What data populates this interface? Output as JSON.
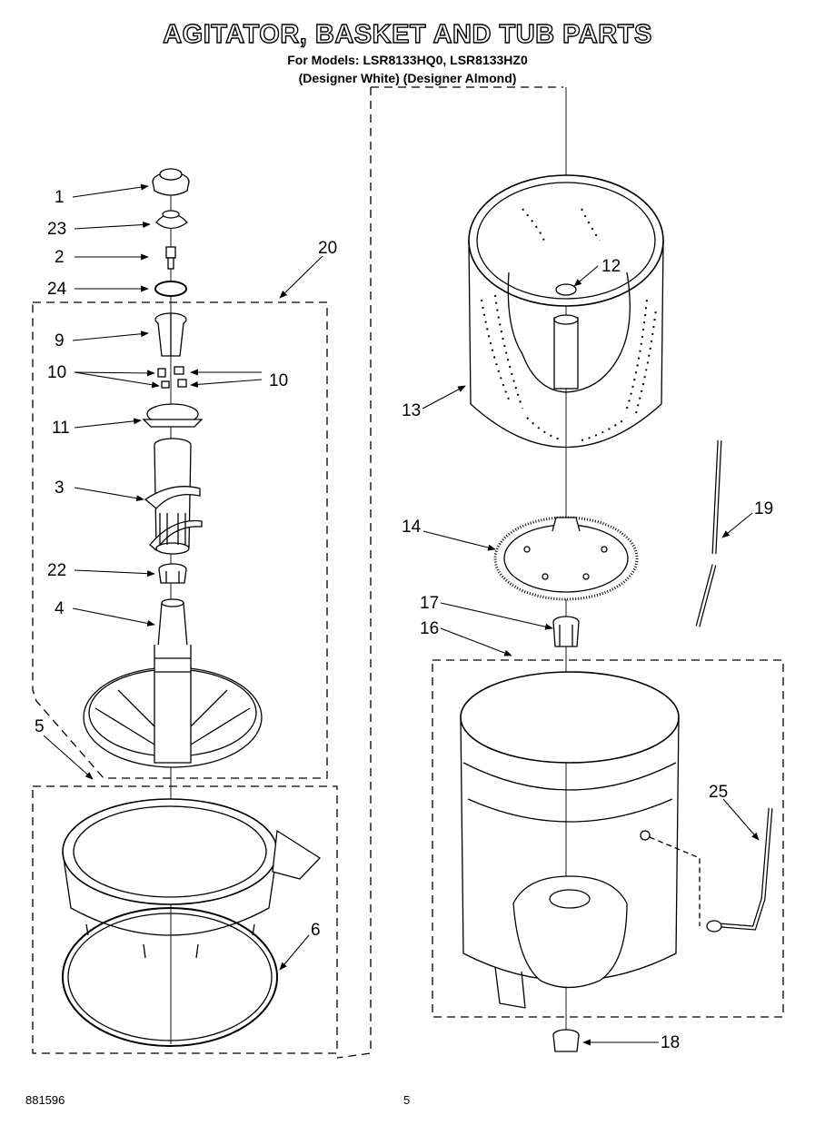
{
  "title": "AGITATOR, BASKET AND TUB PARTS",
  "models_line": "For Models: LSR8133HQ0, LSR8133HZ0",
  "colors_line": "(Designer White) (Designer Almond)",
  "callouts": [
    "1",
    "23",
    "2",
    "24",
    "20",
    "9",
    "10",
    "10",
    "11",
    "3",
    "22",
    "4",
    "5",
    "6",
    "12",
    "13",
    "14",
    "19",
    "17",
    "16",
    "25",
    "18"
  ],
  "footer": {
    "part_number": "881596",
    "page": "5"
  }
}
